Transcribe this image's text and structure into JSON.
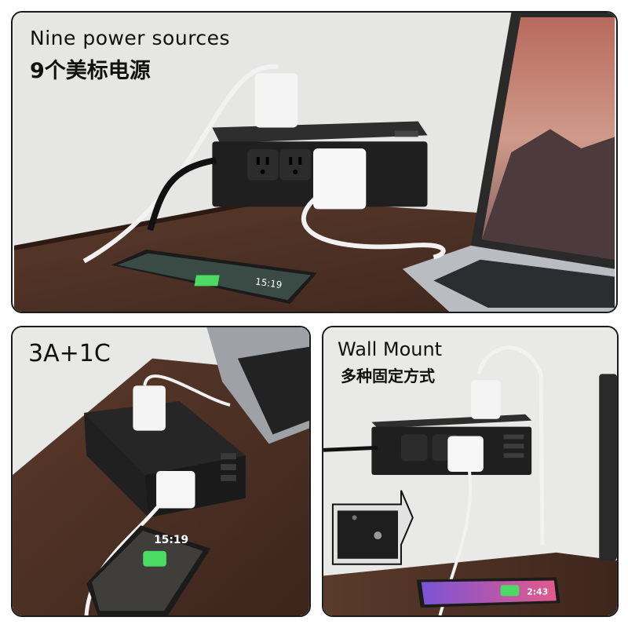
{
  "panels": [
    {
      "caption_en": "Nine power sources",
      "caption_cn": "9个美标电源"
    },
    {
      "caption_en": "3A+1C"
    },
    {
      "caption_en": "Wall Mount",
      "caption_cn": "多种固定方式"
    }
  ],
  "phones": {
    "time_a": "15:19",
    "time_b": "15:19",
    "time_c": "2:43"
  },
  "colors": {
    "desk": "#4a2f24",
    "wall": "#e9e9e7",
    "strip": "#1f1f1f",
    "adapter": "#f4f4f4",
    "cable": "#f2f2f2",
    "battery": "#4cd964"
  }
}
